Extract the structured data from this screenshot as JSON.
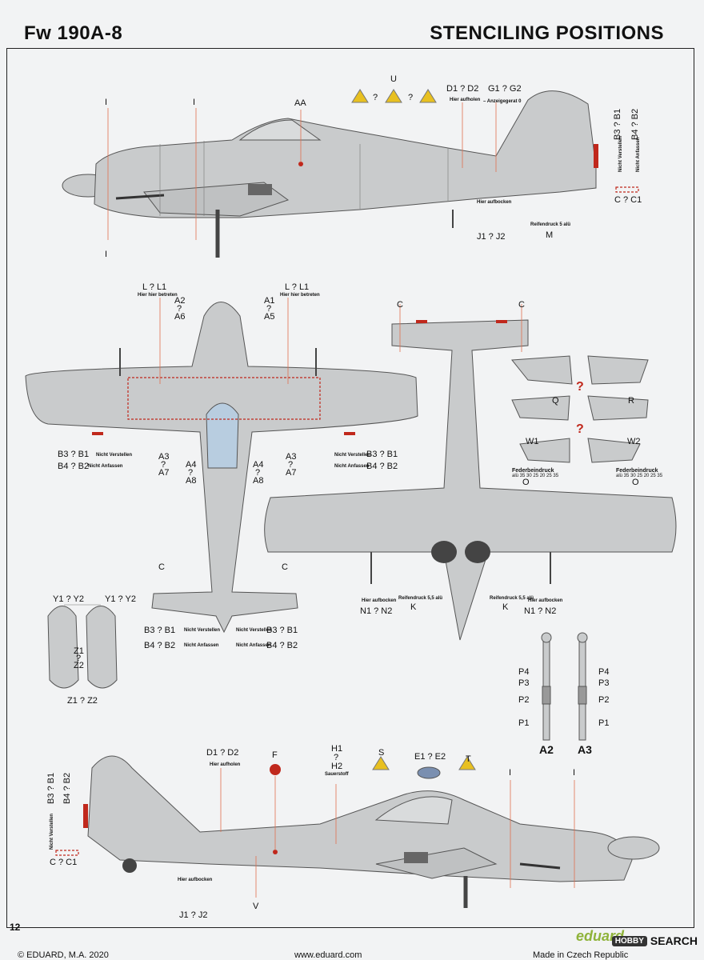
{
  "header": {
    "model": "Fw 190A-8",
    "section": "STENCILING POSITIONS"
  },
  "page_number": "12",
  "footer": {
    "copyright": "© EDUARD, M.A. 2020",
    "website": "www.eduard.com",
    "origin": "Made in Czech Republic",
    "brand": "eduard"
  },
  "watermark": {
    "badge": "HOBBY",
    "text": "SEARCH"
  },
  "labels": {
    "aa": "AA",
    "u": "U",
    "q_mark": "?",
    "d1d2": "D1 ? D2",
    "g1g2": "G1 ? G2",
    "anzeige": "– Anzeigegerat 0",
    "hier_aufholen": "Hier aufholen",
    "b3b1": "B3 ? B1",
    "b4b2": "B4 ? B2",
    "nicht_verstellen": "Nicht Verstellen",
    "nicht_anfassen": "Nicht Anfassen",
    "cc1": "C ? C1",
    "c": "C",
    "i": "I",
    "hier_aufbocken": "Hier aufbocken",
    "j1j2": "J1 ? J2",
    "reifendruck": "Reifendruck 5 alü",
    "reifendruck55": "Reifendruck 5,5 alü",
    "m": "M",
    "l_l1": "L ? L1",
    "hier_betreten": "Hier hier betreten",
    "a1": "A1",
    "a2": "A2",
    "a3": "A3",
    "a4": "A4",
    "a5": "A5",
    "a6": "A6",
    "a7": "A7",
    "a8": "A8",
    "q": "Q",
    "r": "R",
    "w1": "W1",
    "w2": "W2",
    "o": "O",
    "federbeindruck": "Federbeindruck",
    "federdruck_vals": "alü 35 30 25 20 25 35",
    "y1y2": "Y1 ? Y2",
    "z1": "Z1",
    "z2": "Z2",
    "z1z2": "Z1 ? Z2",
    "n1n2": "N1 ? N2",
    "k": "K",
    "p1": "P1",
    "p2": "P2",
    "p3": "P3",
    "p4": "P4",
    "gear_a2": "A2",
    "gear_a3": "A3",
    "h1": "H1",
    "h2": "H2",
    "sauerstoff": "Sauerstoff",
    "s": "S",
    "e1e2": "E1 ? E2",
    "t": "T",
    "f": "F",
    "v": "V"
  },
  "colors": {
    "aircraft": "#c9cbcc",
    "outline": "#555555",
    "leader": "#e07050",
    "stencil_red": "#c0281c",
    "triangle": "#e8c020"
  }
}
